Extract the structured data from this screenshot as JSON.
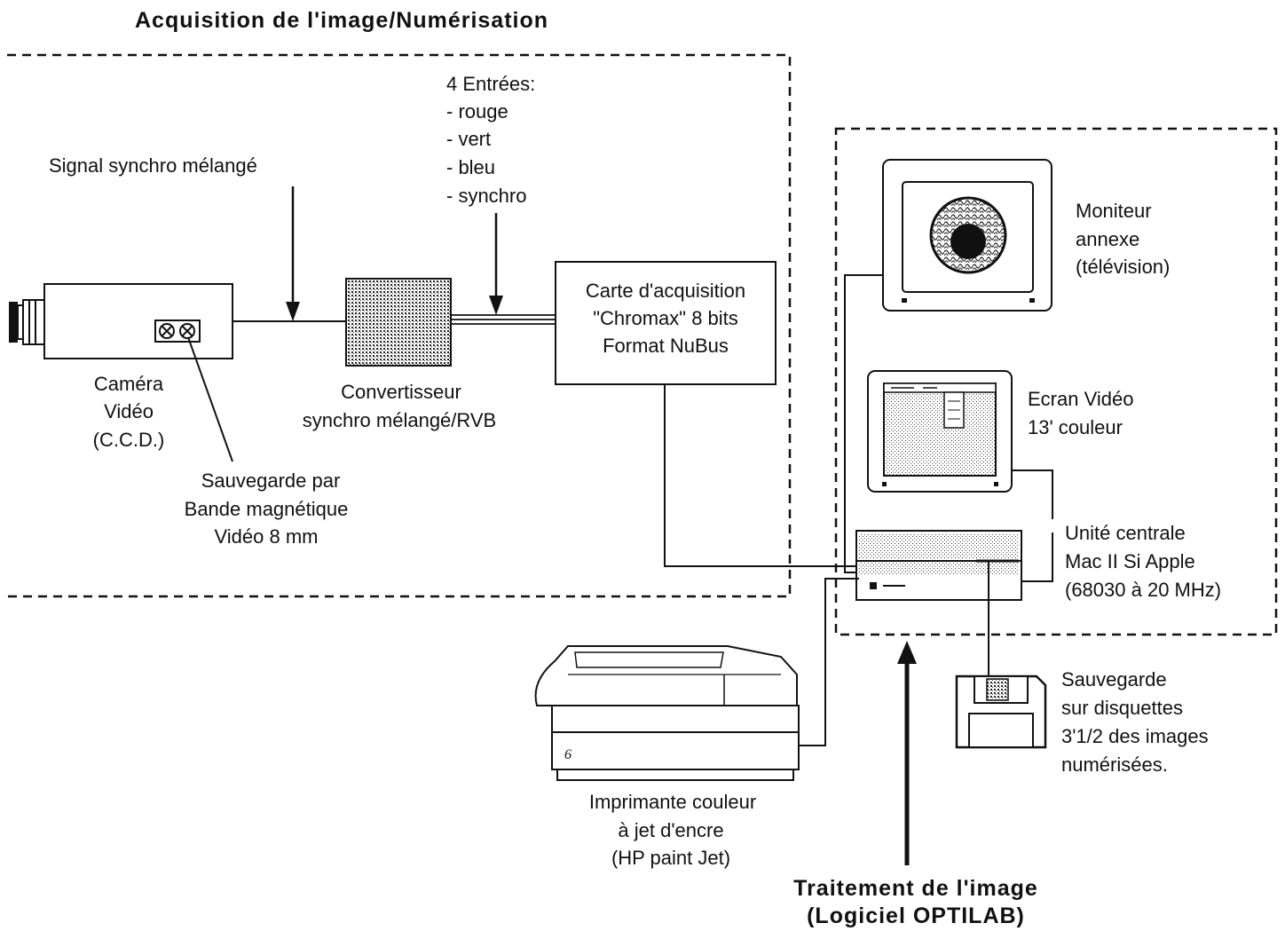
{
  "title_acquisition": "Acquisition de l'image/Numérisation",
  "title_processing": [
    "Traitement de l'image",
    "(Logiciel OPTILAB)"
  ],
  "labels": {
    "signal": "Signal synchro mélangé",
    "inputs": [
      "4 Entrées:",
      "- rouge",
      "- vert",
      "- bleu",
      "- synchro"
    ],
    "card": [
      "Carte d'acquisition",
      "\"Chromax\" 8 bits",
      "Format NuBus"
    ],
    "camera": [
      "Caméra",
      "Vidéo",
      "(C.C.D.)"
    ],
    "converter": [
      "Convertisseur",
      "synchro mélangé/RVB"
    ],
    "tape": [
      "Sauvegarde par",
      "Bande magnétique",
      "Vidéo 8 mm"
    ],
    "monitor": [
      "Moniteur",
      "annexe",
      "(télévision)"
    ],
    "screen": [
      "Ecran Vidéo",
      "13' couleur"
    ],
    "cpu": [
      "Unité centrale",
      "Mac II Si Apple",
      "(68030 à 20 MHz)"
    ],
    "printer": [
      "Imprimante couleur",
      "à jet d'encre",
      "(HP paint Jet)"
    ],
    "floppy": [
      "Sauvegarde",
      "sur disquettes",
      "3'1/2 des images",
      "numérisées."
    ],
    "printer_mark": "6"
  }
}
